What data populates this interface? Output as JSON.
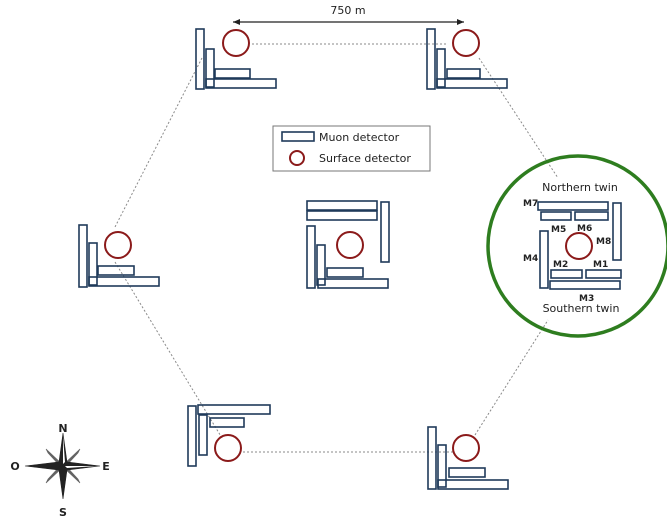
{
  "distance_label": "750 m",
  "legend": {
    "muon_label": "Muon detector",
    "surface_label": "Surface detector"
  },
  "twin": {
    "north_label": "Northern twin",
    "south_label": "Southern twin",
    "modules": [
      "M1",
      "M2",
      "M3",
      "M4",
      "M5",
      "M6",
      "M7",
      "M8"
    ]
  },
  "compass": {
    "n": "N",
    "s": "S",
    "e": "E",
    "w": "O"
  },
  "colors": {
    "detector_stroke": "#1f3a5a",
    "surface_stroke": "#8b1a1a",
    "highlight_ring": "#2e7d1f",
    "connector": "#888888"
  }
}
